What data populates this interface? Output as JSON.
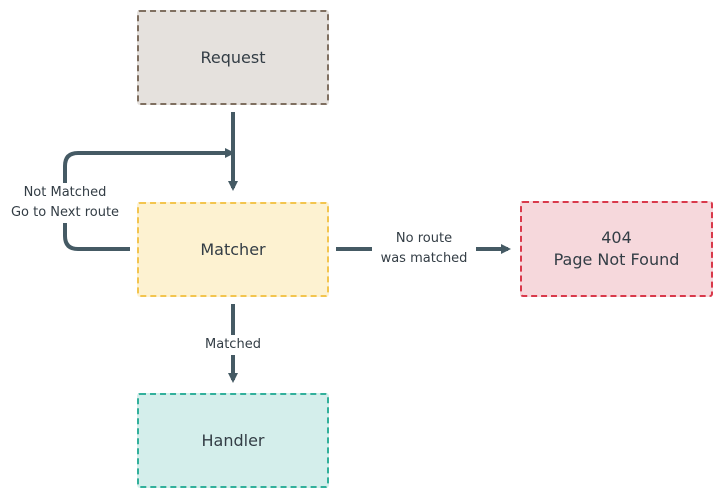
{
  "nodes": {
    "request": "Request",
    "matcher": "Matcher",
    "handler": "Handler",
    "not_found": {
      "code": "404",
      "label": "Page Not Found"
    }
  },
  "edge_labels": {
    "not_matched": [
      "Not Matched",
      "Go to Next route"
    ],
    "no_route": [
      "No route",
      "was matched"
    ],
    "matched": "Matched"
  },
  "colors": {
    "connector": "#455a64",
    "request_fill": "#e5e1dd",
    "request_border": "#7f6f60",
    "matcher_fill": "#fdf2d1",
    "matcher_border": "#f3c54f",
    "handler_fill": "#d4eeeb",
    "handler_border": "#33b09b",
    "not_found_fill": "#f6d8dc",
    "not_found_border": "#d9394b"
  }
}
